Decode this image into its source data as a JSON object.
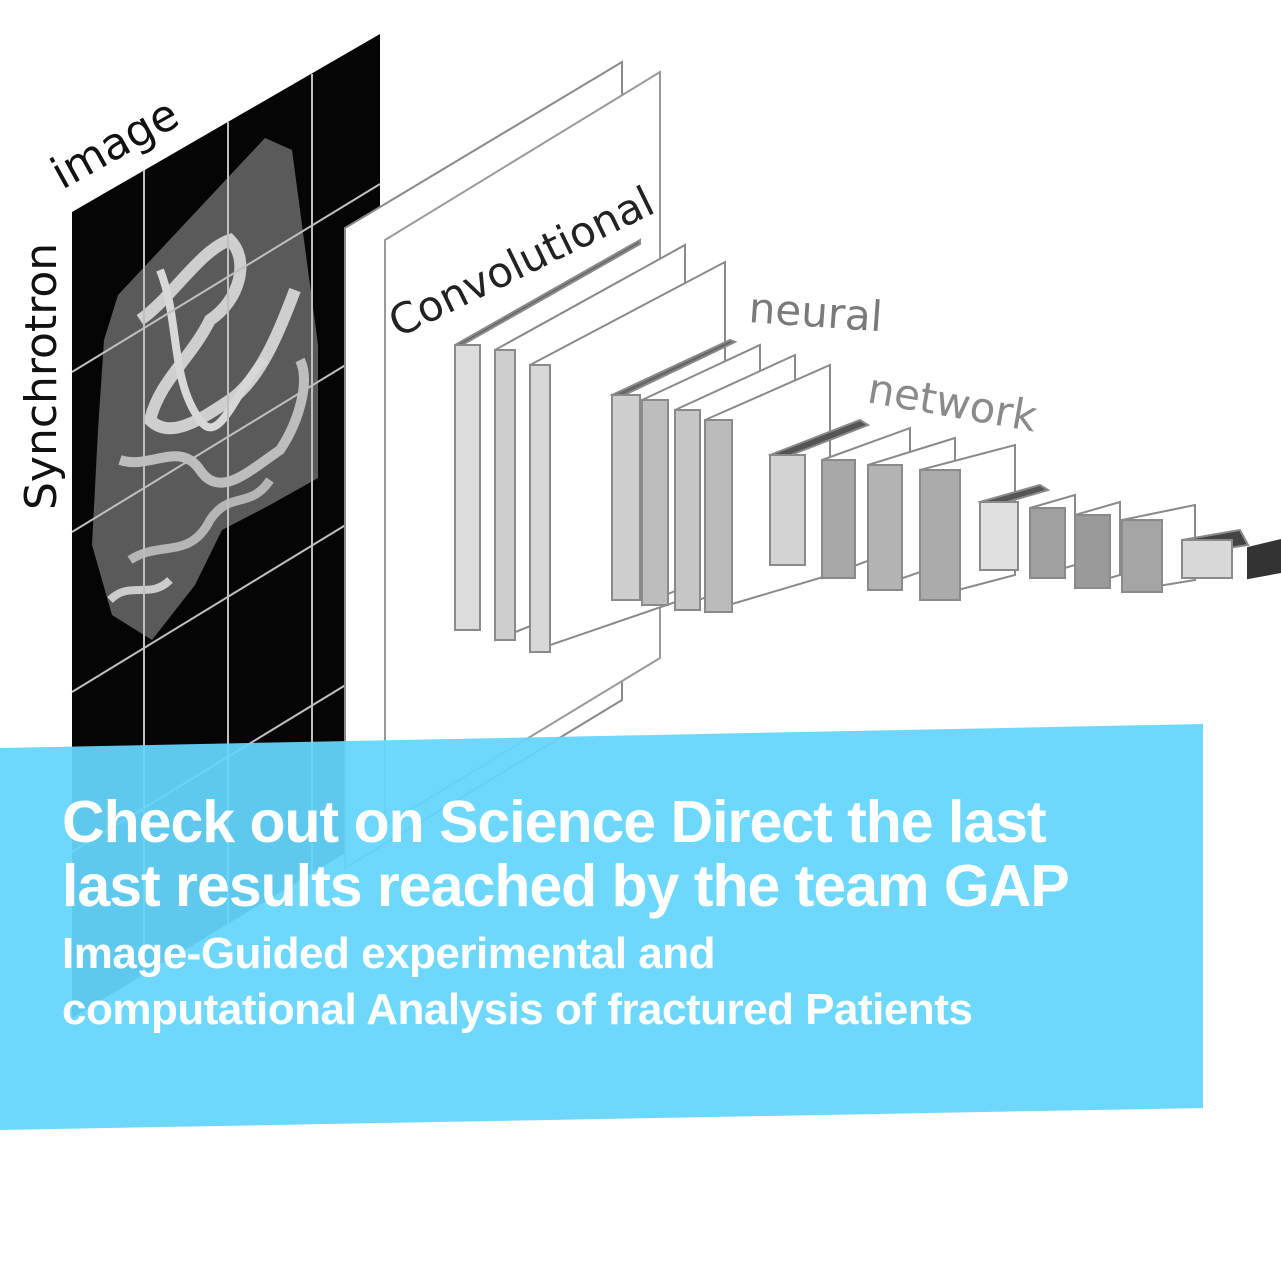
{
  "diagram": {
    "label_synchrotron": "Synchrotron",
    "label_image": "image",
    "label_convolutional": "Convolutional",
    "label_neural": "neural",
    "label_network": "network"
  },
  "banner": {
    "color": "#64d6fc",
    "headline_line1": "Check out on Science Direct the last",
    "headline_line2": "last results reached by the team GAP",
    "sub_line1": "Image-Guided experimental and",
    "sub_line2": "computational Analysis of fractured Patients"
  }
}
